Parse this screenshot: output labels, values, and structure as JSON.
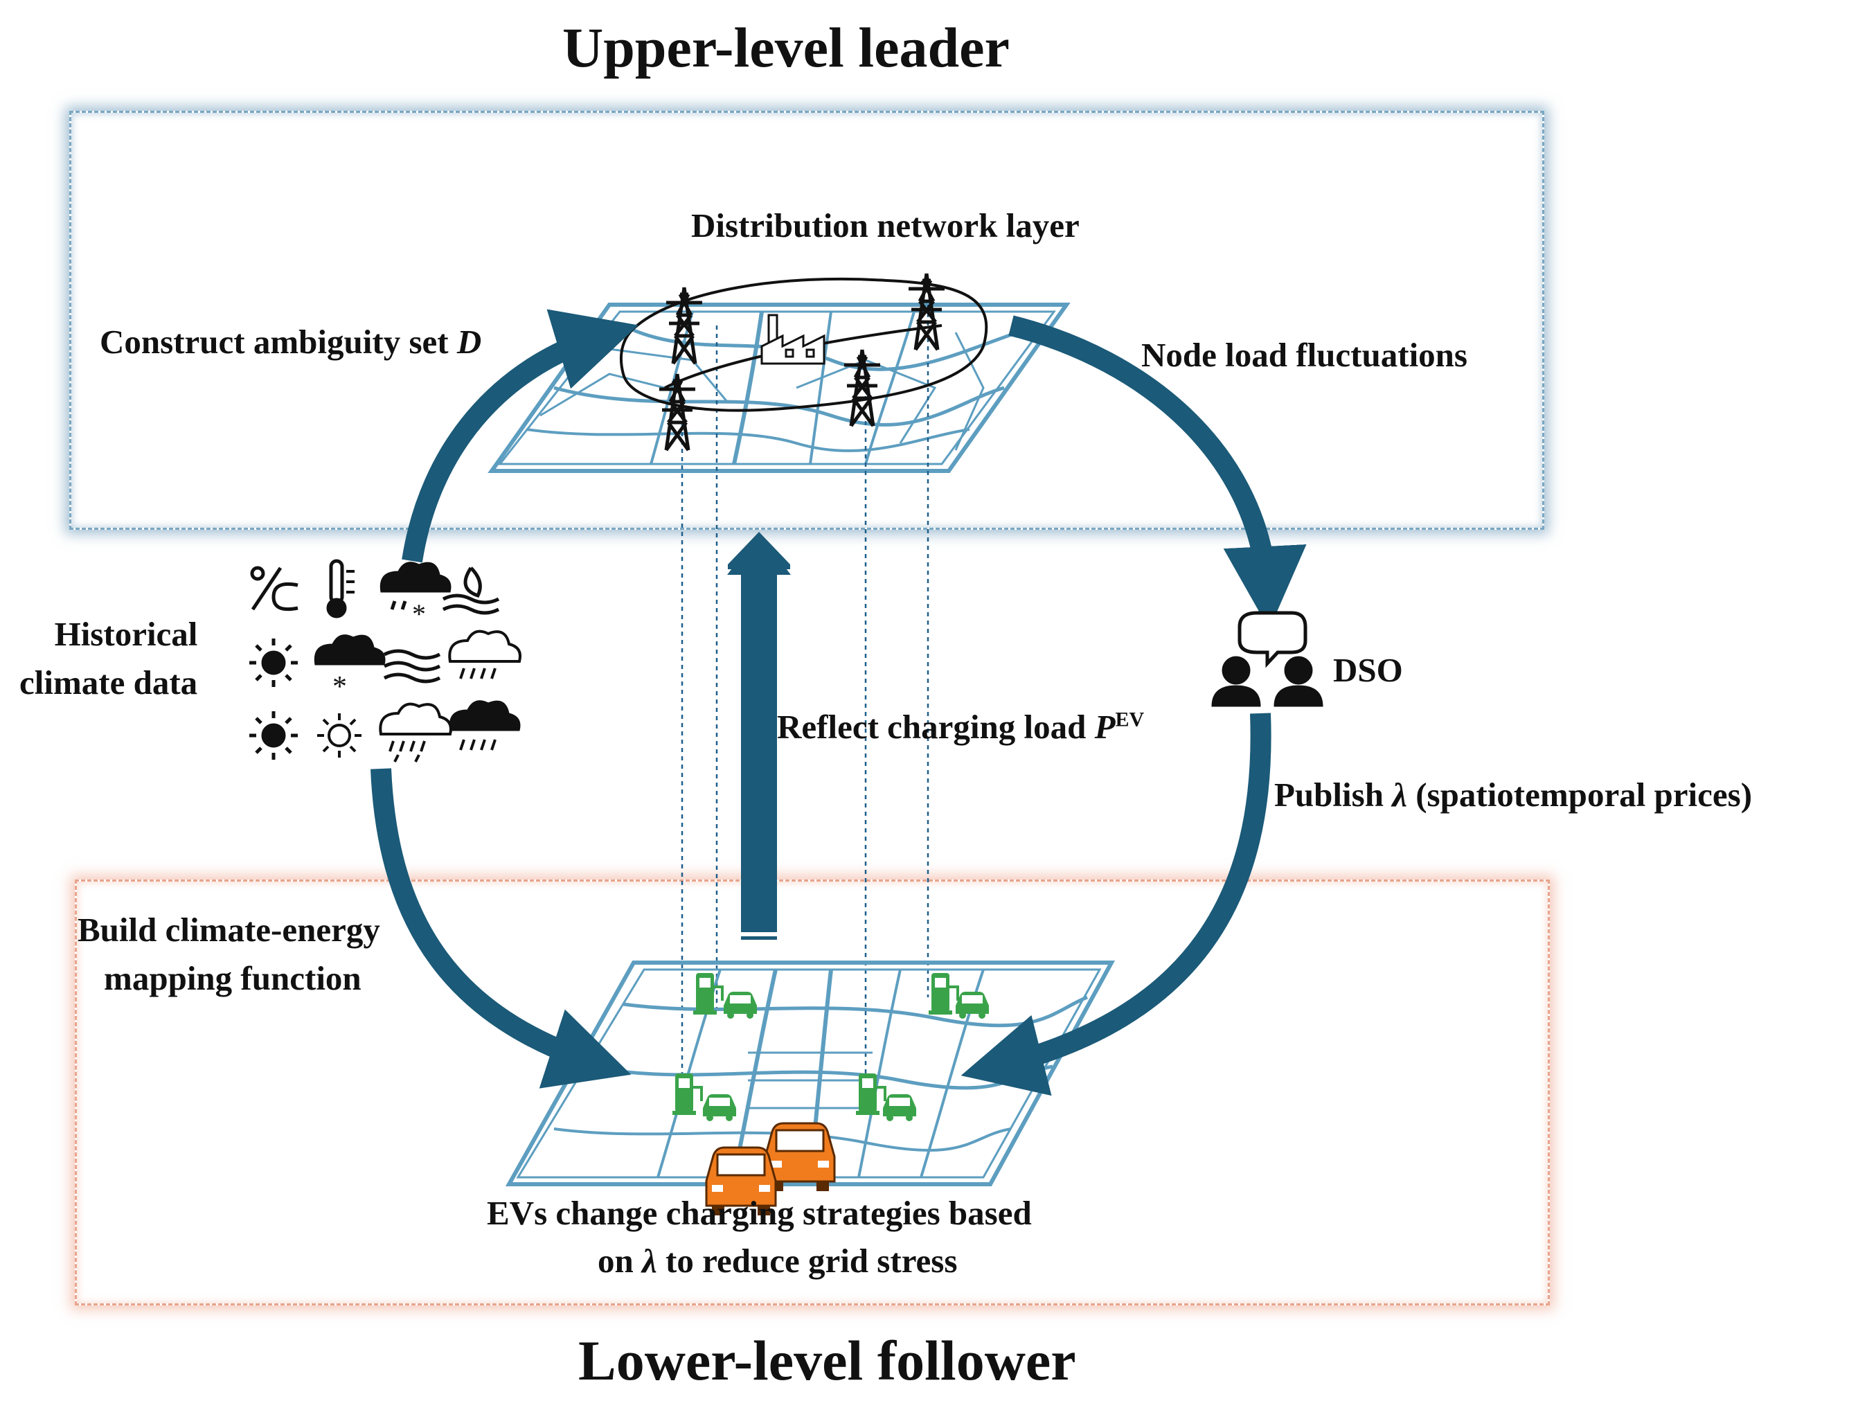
{
  "titles": {
    "upper": "Upper-level leader",
    "lower": "Lower-level follower"
  },
  "labels": {
    "distribution_layer": "Distribution network layer",
    "construct_prefix": "Construct ambiguity set ",
    "construct_symbol": "D",
    "node_load": "Node load fluctuations",
    "historical_line1": "Historical",
    "historical_line2": "climate data",
    "dso": "DSO",
    "reflect_prefix": "Reflect charging load ",
    "reflect_symbol": "P",
    "reflect_superscript": "EV",
    "publish_prefix": "Publish ",
    "publish_symbol": "λ",
    "publish_suffix": " (spatiotemporal prices)",
    "build_line1": "Build climate-energy",
    "build_line2": "mapping function",
    "evs_line1": "EVs change charging strategies based",
    "evs_line2_prefix": "on ",
    "evs_line2_symbol": "λ",
    "evs_line2_suffix": " to reduce grid stress"
  },
  "icons": {
    "weather_grid": [
      "percent-celsius-icon",
      "thermometer-icon",
      "cloud-rain-snow-icon",
      "moon-wind-icon",
      "sun-icon",
      "cloud-snow-icon",
      "wind-waves-icon",
      "cloud-rain-icon",
      "sun-icon",
      "sun-outline-icon",
      "cloud-drizzle-icon",
      "cloud-rain-filled-icon"
    ],
    "network": [
      "transmission-tower-icon",
      "factory-icon"
    ],
    "dso": "people-chat-icon",
    "ev": [
      "charging-station-icon",
      "ev-car-icon",
      "orange-car-icon"
    ]
  },
  "colors": {
    "arrow": "#1b5a78",
    "upper_frame": "#7aa7c2",
    "lower_frame": "#e8a58e",
    "map_lines": "#5d9ec0",
    "charger": "#3aa34a",
    "car": "#f07c1e"
  }
}
